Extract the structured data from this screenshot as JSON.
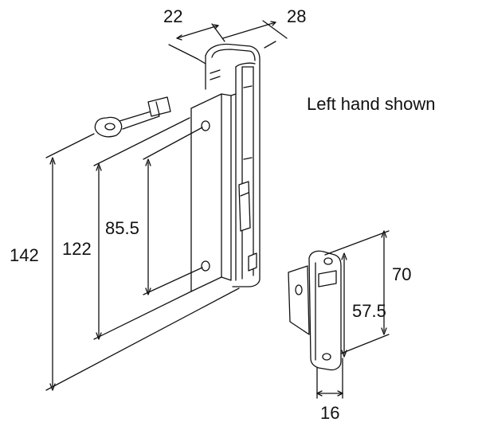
{
  "note": "Left hand shown",
  "dimensions": {
    "lock_depth": "22",
    "lock_width": "28",
    "overall_height": "142",
    "plate_height": "122",
    "hole_spacing": "85.5",
    "keeper_height": "70",
    "keeper_hole_spacing": "57.5",
    "keeper_width": "16"
  },
  "colors": {
    "line": "#111111",
    "background": "#ffffff"
  }
}
